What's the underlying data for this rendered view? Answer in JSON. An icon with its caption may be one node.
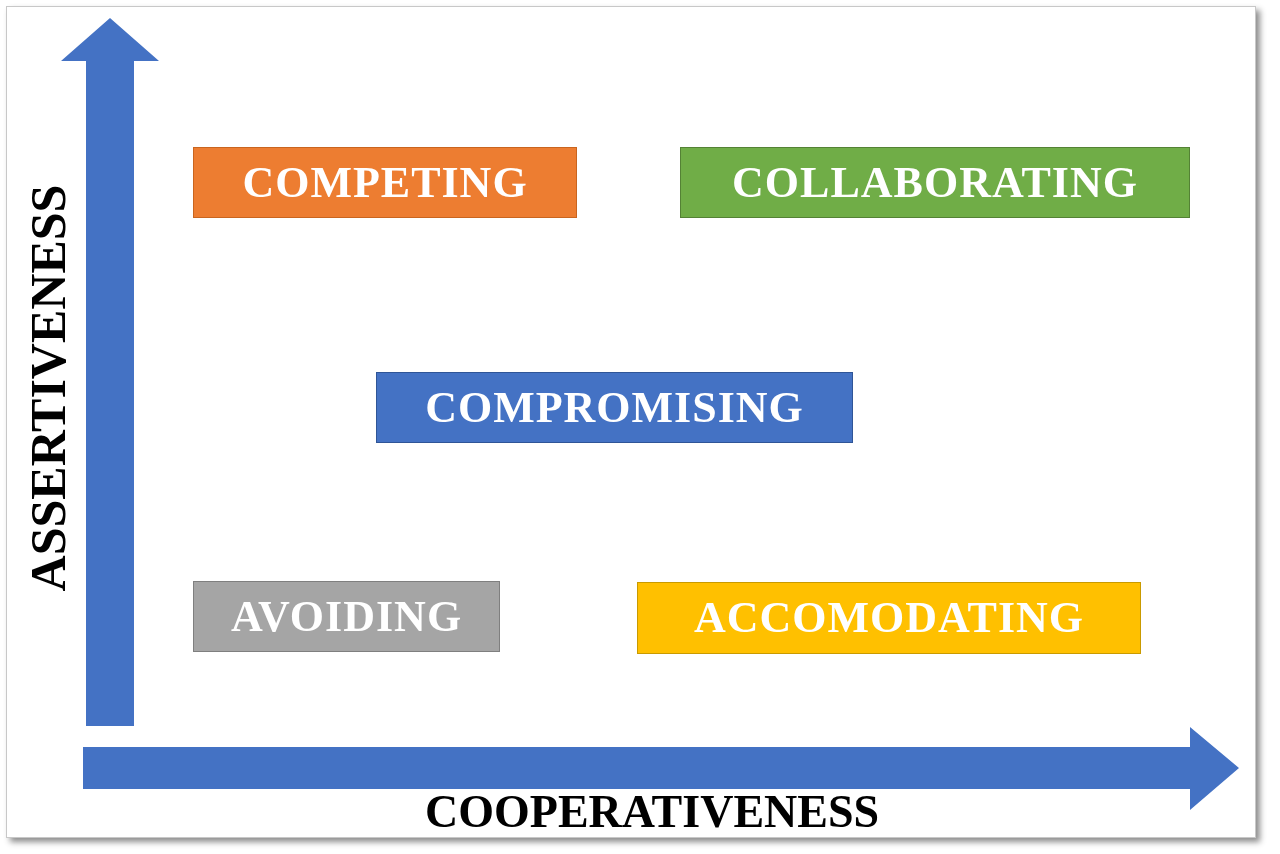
{
  "diagram": {
    "nodes": [
      {
        "text": [
          "COMPETING"
        ]
      },
      {
        "text": [
          "COLLABORATING"
        ]
      },
      {
        "text": [
          "COMPROMISING"
        ]
      },
      {
        "text": [
          "AVOIDING"
        ]
      },
      {
        "text": [
          "ACCOMODATING"
        ]
      }
    ],
    "labels": [
      "ASSERTIVENESS",
      "COOPERATIVENESS"
    ]
  }
}
